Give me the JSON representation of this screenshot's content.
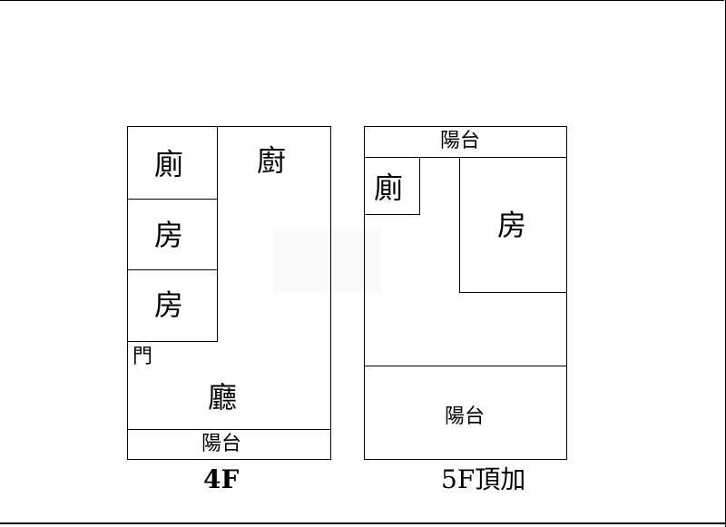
{
  "plan_4f": {
    "caption": "4F",
    "rooms": {
      "toilet": "廁",
      "kitchen": "廚",
      "bedroom_1": "房",
      "bedroom_2": "房",
      "door": "門",
      "living_room": "廳",
      "balcony": "陽台"
    }
  },
  "plan_5f": {
    "caption": "5F頂加",
    "rooms": {
      "balcony_top": "陽台",
      "toilet": "廁",
      "bedroom": "房",
      "balcony_bottom": "陽台"
    }
  }
}
